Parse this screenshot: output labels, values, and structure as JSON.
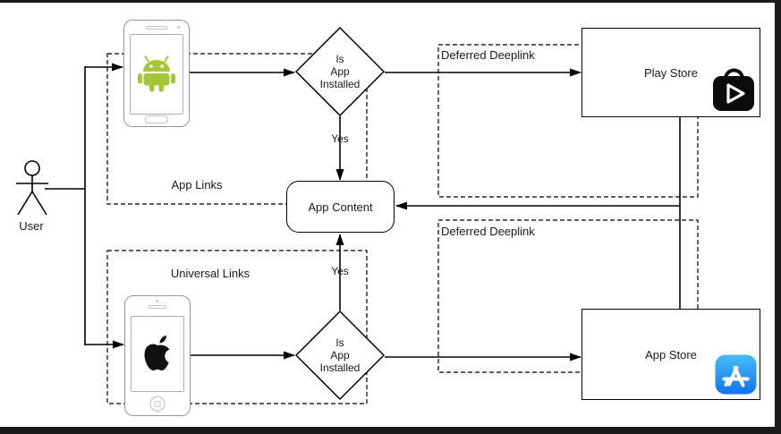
{
  "nodes": {
    "user": {
      "label": "User"
    },
    "app_links": {
      "label": "App Links"
    },
    "universal_links": {
      "label": "Universal Links"
    },
    "is_app_installed_top": {
      "lines": [
        "Is",
        "App",
        "Installed"
      ]
    },
    "is_app_installed_bottom": {
      "lines": [
        "Is",
        "App",
        "Installed"
      ]
    },
    "app_content": {
      "label": "App Content"
    },
    "play_store": {
      "label": "Play Store"
    },
    "app_store": {
      "label": "App Store"
    },
    "deferred_deeplink_top": {
      "label": "Deferred Deeplink"
    },
    "deferred_deeplink_bottom": {
      "label": "Deferred Deeplink"
    }
  },
  "edges": {
    "yes_top": {
      "label": "Yes"
    },
    "yes_bottom": {
      "label": "Yes"
    }
  },
  "icons": {
    "user_figure": "user-stick-figure-icon",
    "android_phone": "android-phone-icon",
    "android_robot": "android-robot-icon",
    "iphone": "iphone-icon",
    "apple_logo": "apple-logo-icon",
    "play_store_bag": "play-store-bag-icon",
    "app_store_badge": "app-store-icon"
  },
  "colors": {
    "android_green": "#A4C639",
    "apple_black": "#111111",
    "play_store_black": "#0b0b0b",
    "app_store_blue_top": "#46BEF8",
    "app_store_blue_bottom": "#1372F0",
    "line_color": "#000000",
    "frame_color": "#1a1a1a",
    "background": "#ffffff"
  }
}
